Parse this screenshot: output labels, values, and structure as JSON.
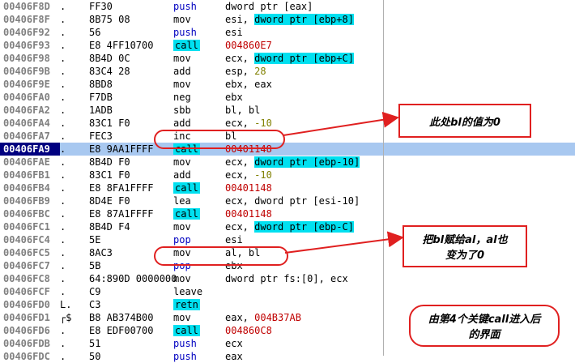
{
  "rows": [
    {
      "addr": "00406F8D",
      "mark": ".",
      "hex": "FF30",
      "mnem": "push",
      "ops": "dword ptr [eax]",
      "mnemClass": "hl-push",
      "opsParts": [
        {
          "t": "dword ptr [eax]",
          "c": ""
        }
      ]
    },
    {
      "addr": "00406F8F",
      "mark": ".",
      "hex": "8B75 08",
      "mnem": "mov",
      "opsParts": [
        {
          "t": "esi, ",
          "c": ""
        },
        {
          "t": "dword ptr [ebp+8]",
          "c": "op-dword"
        }
      ]
    },
    {
      "addr": "00406F92",
      "mark": ".",
      "hex": "56",
      "mnem": "push",
      "mnemClass": "hl-push",
      "opsParts": [
        {
          "t": "esi",
          "c": ""
        }
      ]
    },
    {
      "addr": "00406F93",
      "mark": ".",
      "hex": "E8 4FF10700",
      "mnem": "call",
      "mnemClass": "hl-call",
      "opsParts": [
        {
          "t": "004860E7",
          "c": "op-addr"
        }
      ]
    },
    {
      "addr": "00406F98",
      "mark": ".",
      "hex": "8B4D 0C",
      "mnem": "mov",
      "opsParts": [
        {
          "t": "ecx, ",
          "c": ""
        },
        {
          "t": "dword ptr [ebp+C]",
          "c": "op-dword"
        }
      ]
    },
    {
      "addr": "00406F9B",
      "mark": ".",
      "hex": "83C4 28",
      "mnem": "add",
      "opsParts": [
        {
          "t": "esp, ",
          "c": ""
        },
        {
          "t": "28",
          "c": "op-imm"
        }
      ]
    },
    {
      "addr": "00406F9E",
      "mark": ".",
      "hex": "8BD8",
      "mnem": "mov",
      "opsParts": [
        {
          "t": "ebx, eax",
          "c": ""
        }
      ]
    },
    {
      "addr": "00406FA0",
      "mark": ".",
      "hex": "F7DB",
      "mnem": "neg",
      "opsParts": [
        {
          "t": "ebx",
          "c": ""
        }
      ]
    },
    {
      "addr": "00406FA2",
      "mark": ".",
      "hex": "1ADB",
      "mnem": "sbb",
      "opsParts": [
        {
          "t": "bl, bl",
          "c": ""
        }
      ]
    },
    {
      "addr": "00406FA4",
      "mark": ".",
      "hex": "83C1 F0",
      "mnem": "add",
      "opsParts": [
        {
          "t": "ecx, ",
          "c": ""
        },
        {
          "t": "-10",
          "c": "op-imm"
        }
      ]
    },
    {
      "addr": "00406FA7",
      "mark": ".",
      "hex": "FEC3",
      "mnem": "inc",
      "opsParts": [
        {
          "t": "bl",
          "c": ""
        }
      ]
    },
    {
      "addr": "00406FA9",
      "mark": ".",
      "hex": "E8 9AA1FFFF",
      "mnem": "call",
      "mnemClass": "hl-call",
      "opsParts": [
        {
          "t": "00401148",
          "c": "op-addr"
        }
      ],
      "selected": true
    },
    {
      "addr": "00406FAE",
      "mark": ".",
      "hex": "8B4D F0",
      "mnem": "mov",
      "opsParts": [
        {
          "t": "ecx, ",
          "c": ""
        },
        {
          "t": "dword ptr [ebp-10]",
          "c": "op-dword"
        }
      ]
    },
    {
      "addr": "00406FB1",
      "mark": ".",
      "hex": "83C1 F0",
      "mnem": "add",
      "opsParts": [
        {
          "t": "ecx, ",
          "c": ""
        },
        {
          "t": "-10",
          "c": "op-imm"
        }
      ]
    },
    {
      "addr": "00406FB4",
      "mark": ".",
      "hex": "E8 8FA1FFFF",
      "mnem": "call",
      "mnemClass": "hl-call",
      "opsParts": [
        {
          "t": "00401148",
          "c": "op-addr"
        }
      ]
    },
    {
      "addr": "00406FB9",
      "mark": ".",
      "hex": "8D4E F0",
      "mnem": "lea",
      "opsParts": [
        {
          "t": "ecx, dword ptr [esi-10]",
          "c": ""
        }
      ]
    },
    {
      "addr": "00406FBC",
      "mark": ".",
      "hex": "E8 87A1FFFF",
      "mnem": "call",
      "mnemClass": "hl-call",
      "opsParts": [
        {
          "t": "00401148",
          "c": "op-addr"
        }
      ]
    },
    {
      "addr": "00406FC1",
      "mark": ".",
      "hex": "8B4D F4",
      "mnem": "mov",
      "opsParts": [
        {
          "t": "ecx, ",
          "c": ""
        },
        {
          "t": "dword ptr [ebp-C]",
          "c": "op-dword"
        }
      ]
    },
    {
      "addr": "00406FC4",
      "mark": ".",
      "hex": "5E",
      "mnem": "pop",
      "mnemClass": "hl-pop",
      "opsParts": [
        {
          "t": "esi",
          "c": ""
        }
      ]
    },
    {
      "addr": "00406FC5",
      "mark": ".",
      "hex": "8AC3",
      "mnem": "mov",
      "opsParts": [
        {
          "t": "al, bl",
          "c": ""
        }
      ]
    },
    {
      "addr": "00406FC7",
      "mark": ".",
      "hex": "5B",
      "mnem": "pop",
      "mnemClass": "hl-pop",
      "opsParts": [
        {
          "t": "ebx",
          "c": ""
        }
      ]
    },
    {
      "addr": "00406FC8",
      "mark": ".",
      "hex": "64:890D 0000000",
      "mnem": "mov",
      "opsParts": [
        {
          "t": "dword ptr fs:[0], ecx",
          "c": ""
        }
      ]
    },
    {
      "addr": "00406FCF",
      "mark": ".",
      "hex": "C9",
      "mnem": "leave",
      "opsParts": []
    },
    {
      "addr": "00406FD0",
      "mark": "L.",
      "hex": "C3",
      "mnem": "retn",
      "mnemClass": "hl-jmp",
      "opsParts": []
    },
    {
      "addr": "00406FD1",
      "mark": "┌$",
      "hex": "B8 AB374B00",
      "mnem": "mov",
      "opsParts": [
        {
          "t": "eax, ",
          "c": ""
        },
        {
          "t": "004B37AB",
          "c": "op-addr"
        }
      ]
    },
    {
      "addr": "00406FD6",
      "mark": ".",
      "hex": "E8 EDF00700",
      "mnem": "call",
      "mnemClass": "hl-call",
      "opsParts": [
        {
          "t": "004860C8",
          "c": "op-addr"
        }
      ]
    },
    {
      "addr": "00406FDB",
      "mark": ".",
      "hex": "51",
      "mnem": "push",
      "mnemClass": "hl-push",
      "opsParts": [
        {
          "t": "ecx",
          "c": ""
        }
      ]
    },
    {
      "addr": "00406FDC",
      "mark": ".",
      "hex": "50",
      "mnem": "push",
      "mnemClass": "hl-push",
      "opsParts": [
        {
          "t": "eax",
          "c": ""
        }
      ]
    }
  ],
  "annotations": {
    "bl_zero": "此处bl的值为0",
    "al_zero_line1": "把bl赋给al，al也",
    "al_zero_line2": "变为了0",
    "fourth_call_line1": "由第4个关键call进入后",
    "fourth_call_line2": "的界面"
  },
  "colors": {
    "highlight": "#00e0f0",
    "selected_row": "#a8c8f0",
    "annotation_red": "#e02020",
    "address_red": "#c00000"
  }
}
